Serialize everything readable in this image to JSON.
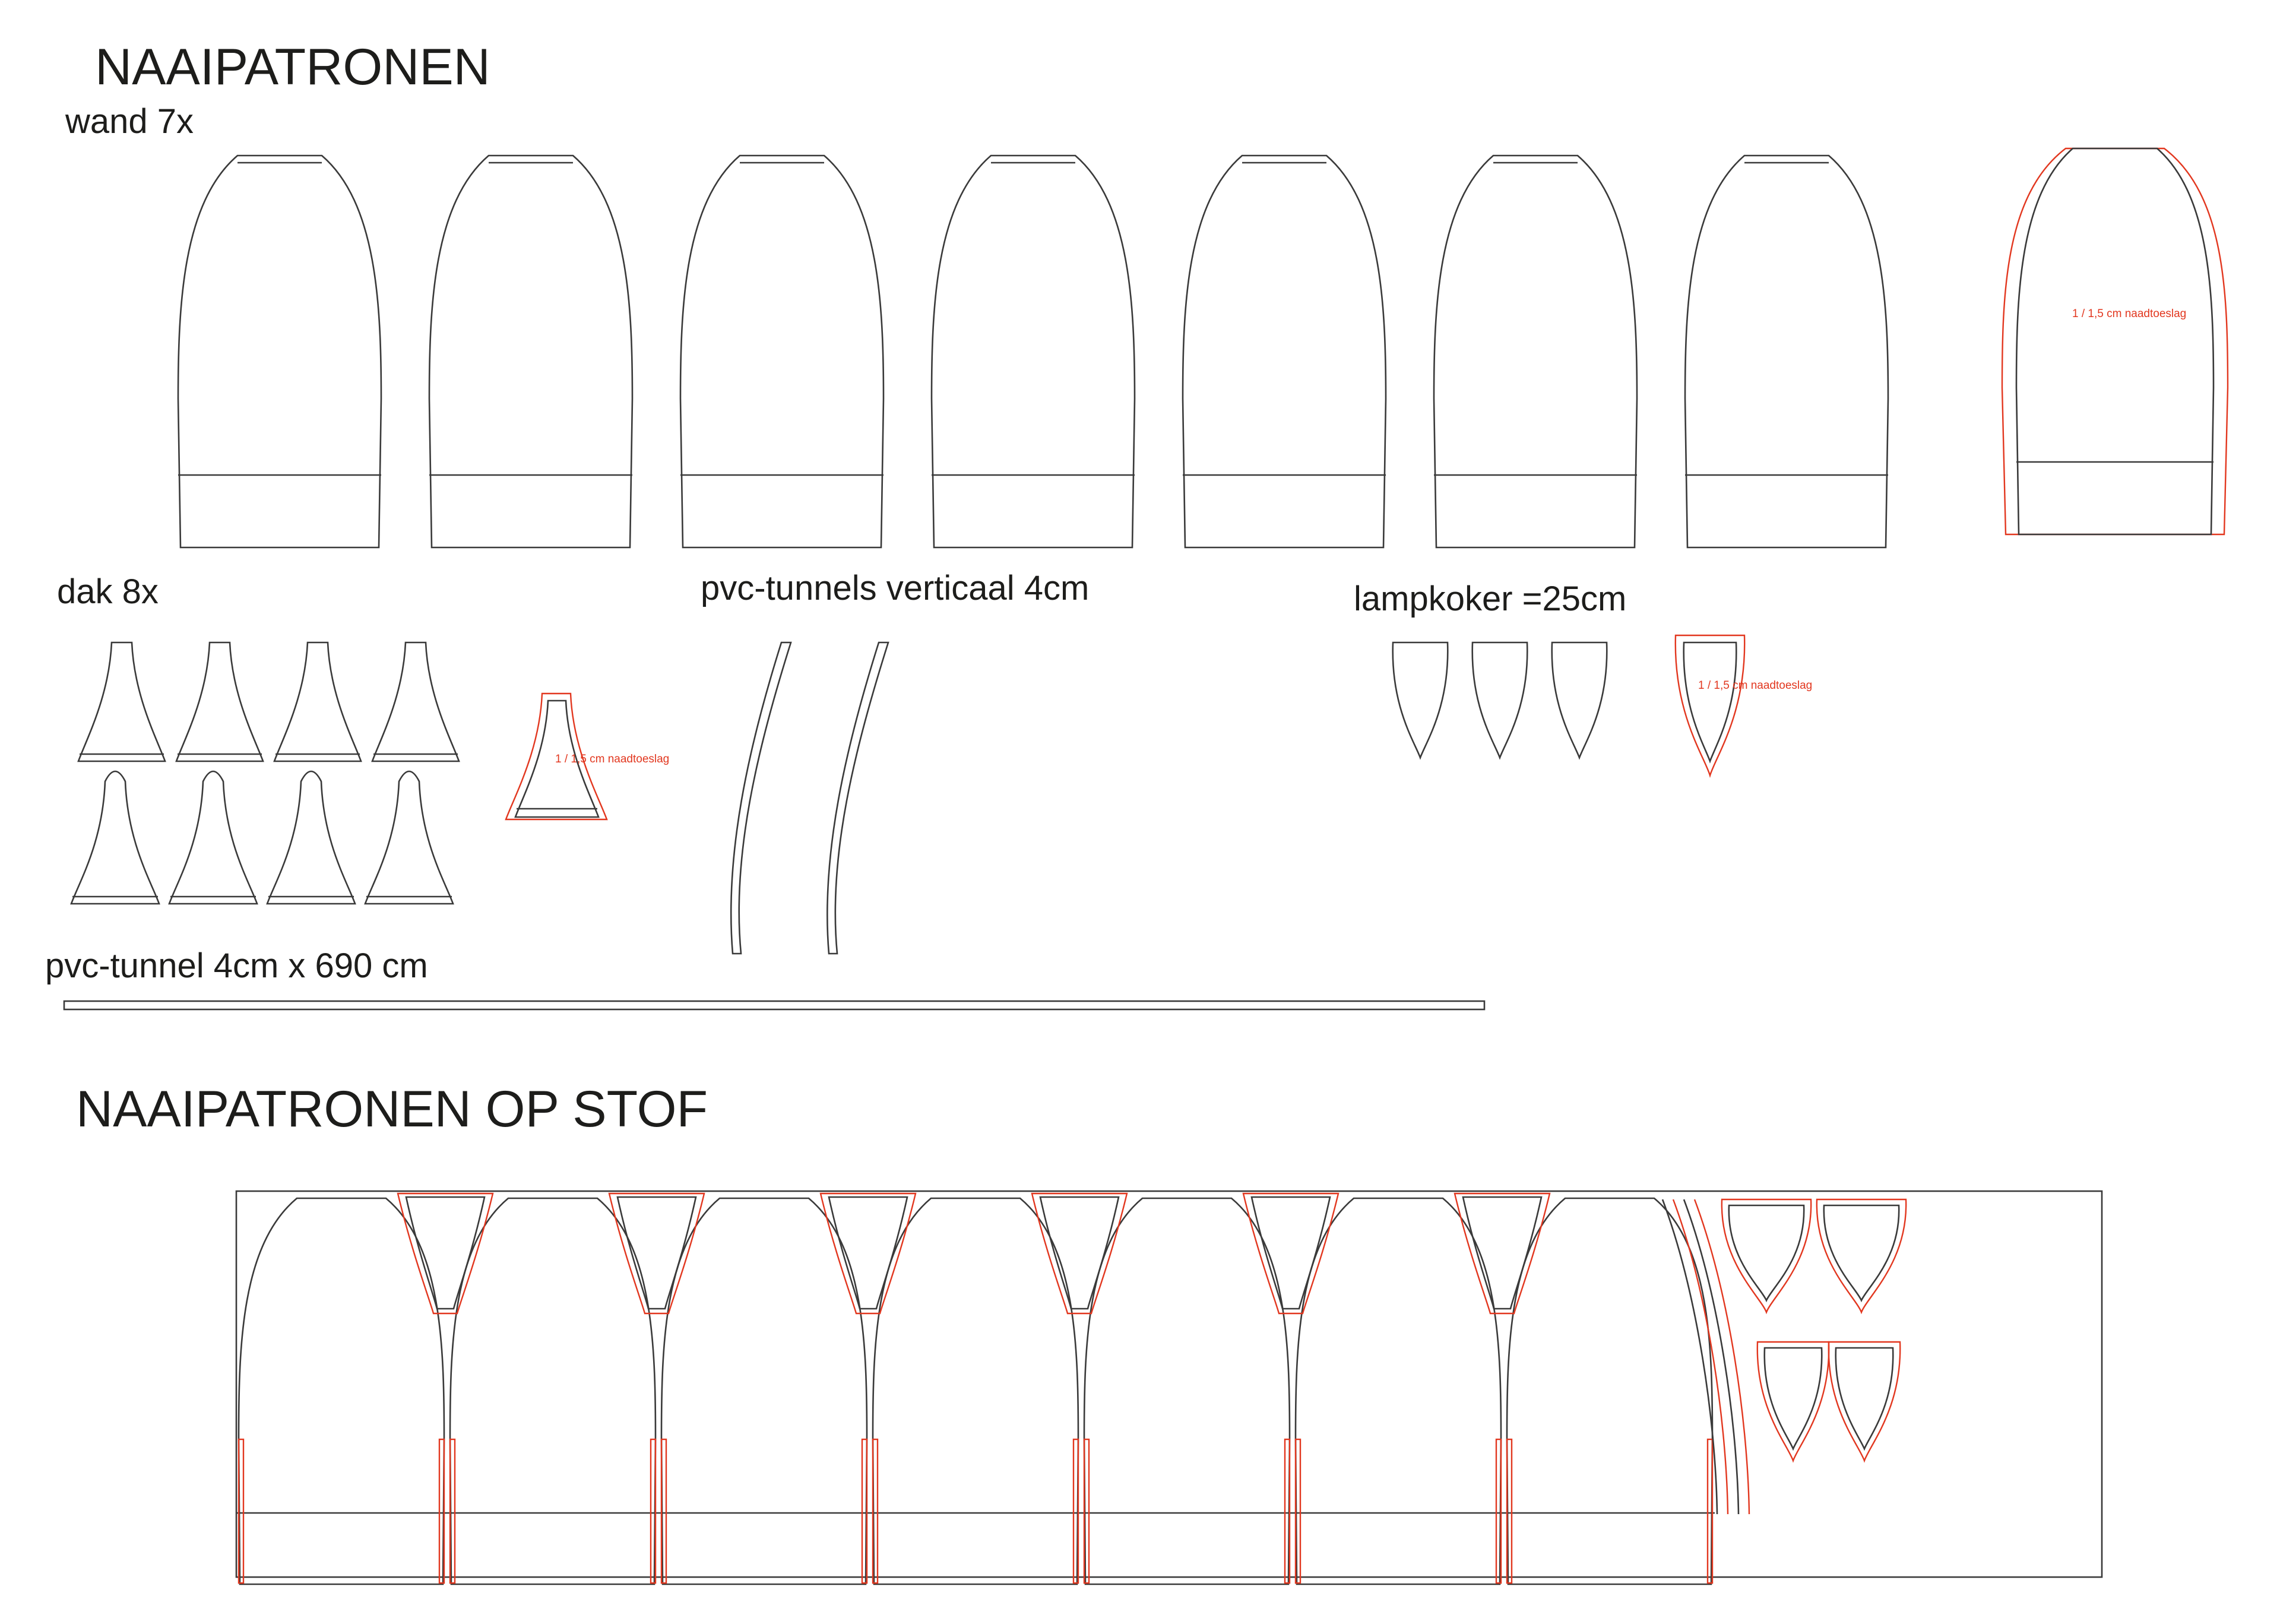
{
  "titles": {
    "patterns": "NAAIPATRONEN",
    "patterns_on_fabric": "NAAIPATRONEN OP STOF"
  },
  "labels": {
    "wall": "wand 7x",
    "roof": "dak 8x",
    "pvc_vertical": "pvc-tunnels verticaal 4cm",
    "lamp_sleeve": "lampkoker =25cm",
    "pvc_tunnel": "pvc-tunnel 4cm x 690 cm"
  },
  "seam_notes": {
    "wall": "1 / 1,5 cm naadtoeslag",
    "roof": "1 / 1,5 cm naadtoeslag",
    "lamp": "1 / 1,5 cm naadtoeslag"
  },
  "colors": {
    "outline": "#3a3a3a",
    "seam_allowance": "#e2371f",
    "text": "#1d1d1b"
  },
  "counts": {
    "wall_panels": 7,
    "roof_panels": 8,
    "vertical_tunnels": 2,
    "lamp_sleeves": 3
  }
}
